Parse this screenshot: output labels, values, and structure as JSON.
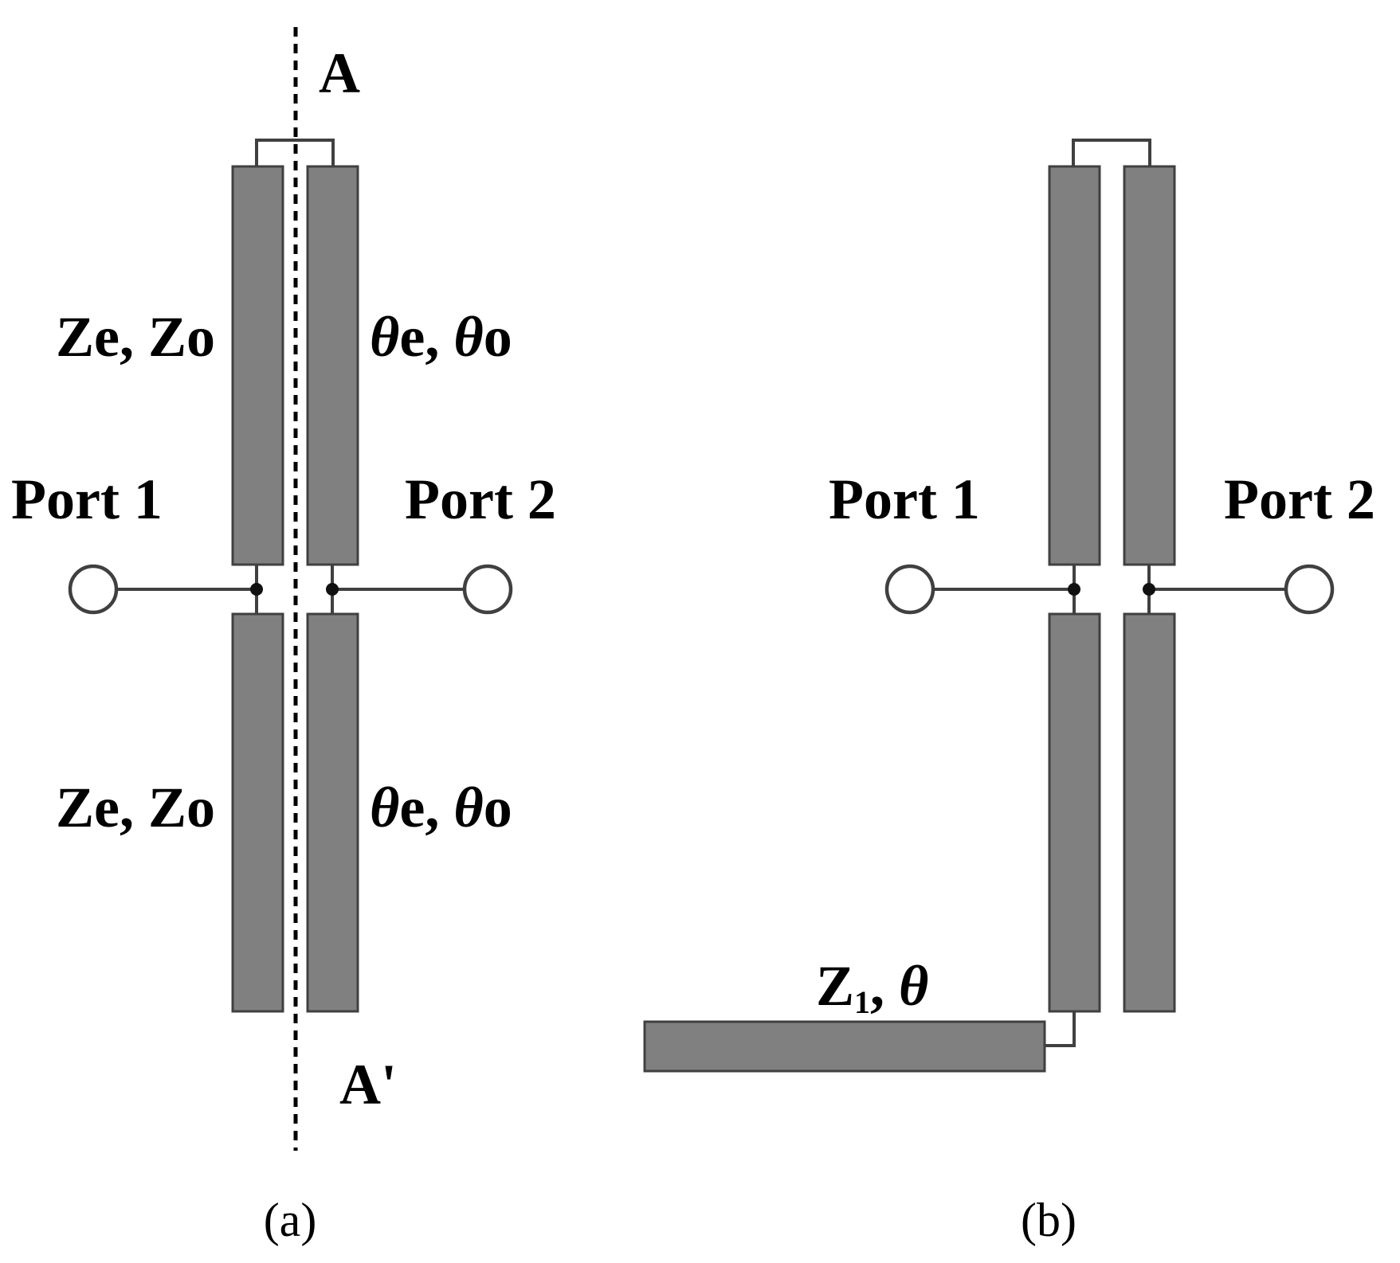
{
  "colors": {
    "strip_fill": "#808080",
    "strip_outline": "#404040",
    "wire": "#404040",
    "text": "#000000"
  },
  "panel_a": {
    "caption": "(a)",
    "port1": "Port 1",
    "port2": "Port 2",
    "symmetry_top": "A",
    "symmetry_bottom": "A'",
    "upper_impedance": "Ze, Zo",
    "lower_impedance": "Ze, Zo",
    "theta": "θ",
    "theta_e_suffix": "e, ",
    "theta_o_suffix": "o"
  },
  "panel_b": {
    "caption": "(b)",
    "port1": "Port 1",
    "port2": "Port 2",
    "stub_z": "Z",
    "stub_sub": "1",
    "stub_sep": ", ",
    "stub_theta": "θ"
  }
}
